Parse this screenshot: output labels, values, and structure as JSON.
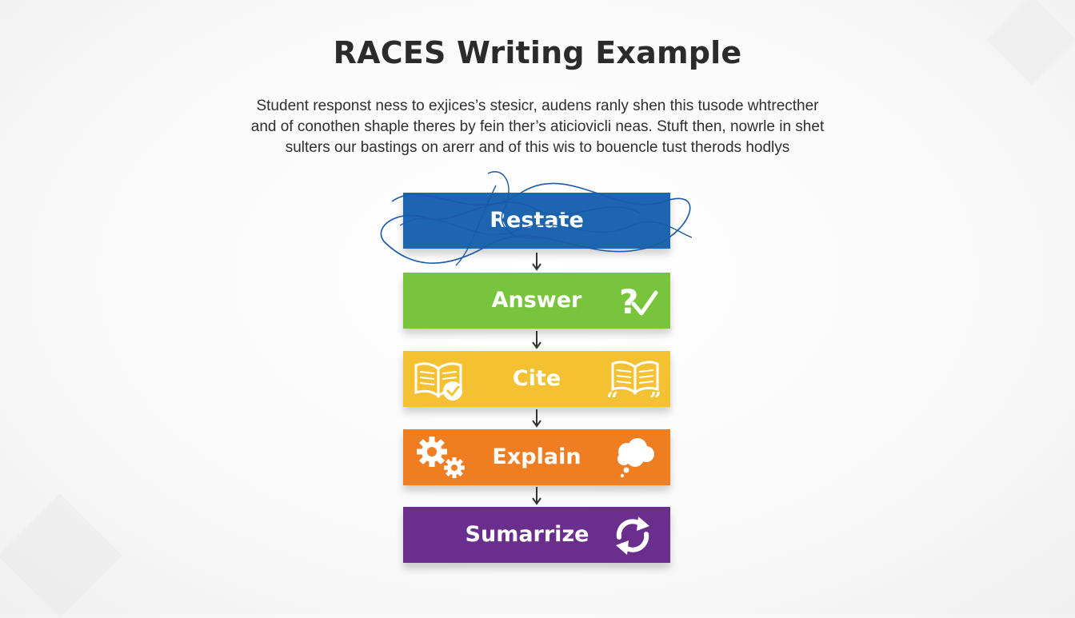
{
  "title": "RACES Writing Example",
  "subtitle": {
    "line1": "Student responst ness to exjices’s stesicr, audens ranly shen this tusode whtrecther",
    "line2": "and of conothen shaple theres by fein ther’s aticiovicli neas. Stuft then, nowrle in shet",
    "line3": "sulters our bastings on arerr and of this wis to bouencle tust therods hodlys"
  },
  "steps": [
    {
      "label": "Restate",
      "color": "#1e65b0"
    },
    {
      "label": "Answer",
      "color": "#78c43c"
    },
    {
      "label": "Cite",
      "color": "#f4c132"
    },
    {
      "label": "Explain",
      "color": "#ef7e22"
    },
    {
      "label": "Sumarrize",
      "color": "#6a2e8c"
    }
  ],
  "icons": {
    "answer": "question-check-icon",
    "cite_left": "open-book-check-icon",
    "cite_right": "open-book-quote-icon",
    "explain_left": "gears-icon",
    "explain_right": "thought-cloud-icon",
    "summarize": "refresh-arrows-icon"
  }
}
